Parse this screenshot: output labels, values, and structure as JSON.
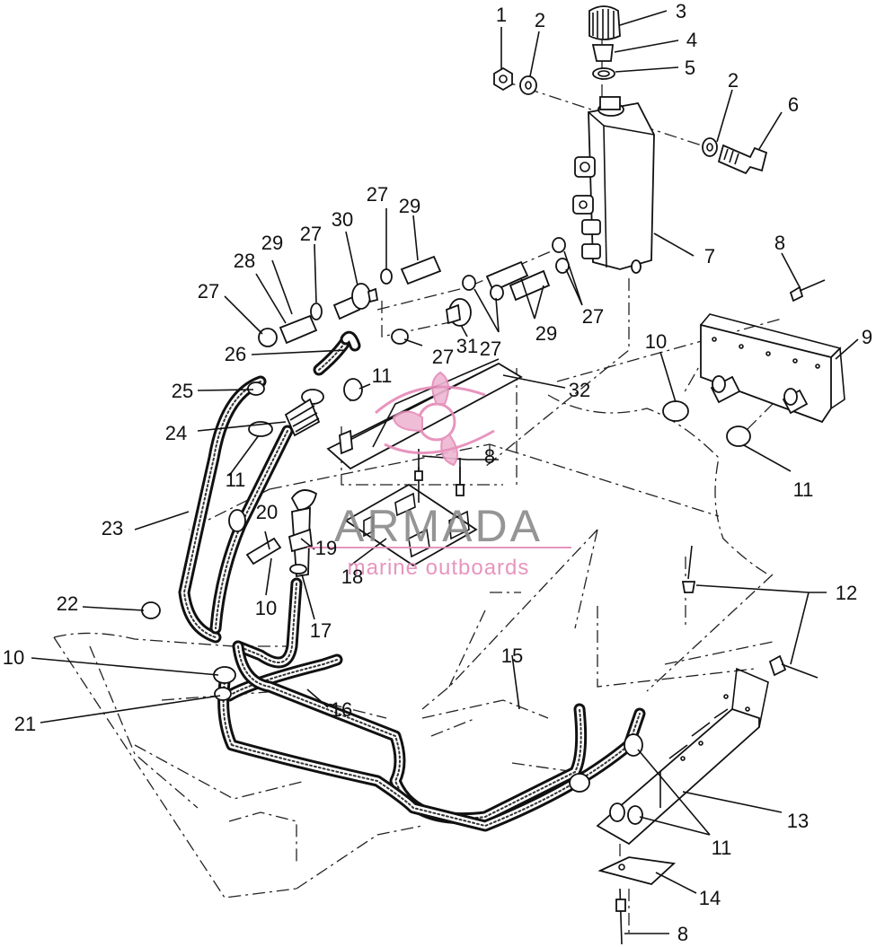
{
  "watermark": {
    "brand": "ARMADA",
    "tagline": "marine outboards",
    "brand_color": "#e58ab8"
  },
  "callouts": [
    {
      "id": "c1",
      "label": "1"
    },
    {
      "id": "c2a",
      "label": "2"
    },
    {
      "id": "c3",
      "label": "3"
    },
    {
      "id": "c4",
      "label": "4"
    },
    {
      "id": "c5",
      "label": "5"
    },
    {
      "id": "c2b",
      "label": "2"
    },
    {
      "id": "c6",
      "label": "6"
    },
    {
      "id": "c7",
      "label": "7"
    },
    {
      "id": "c8a",
      "label": "8"
    },
    {
      "id": "c9",
      "label": "9"
    },
    {
      "id": "c10a",
      "label": "10"
    },
    {
      "id": "c11a",
      "label": "11"
    },
    {
      "id": "c27a",
      "label": "27"
    },
    {
      "id": "c29a",
      "label": "29"
    },
    {
      "id": "c27b",
      "label": "27"
    },
    {
      "id": "c30",
      "label": "30"
    },
    {
      "id": "c29b",
      "label": "29"
    },
    {
      "id": "c28",
      "label": "28"
    },
    {
      "id": "c27c",
      "label": "27"
    },
    {
      "id": "c27d",
      "label": "27"
    },
    {
      "id": "c29c",
      "label": "29"
    },
    {
      "id": "c27e",
      "label": "27"
    },
    {
      "id": "c31",
      "label": "31"
    },
    {
      "id": "c27f",
      "label": "27"
    },
    {
      "id": "c26",
      "label": "26"
    },
    {
      "id": "c11b",
      "label": "11"
    },
    {
      "id": "c32",
      "label": "32"
    },
    {
      "id": "c25",
      "label": "25"
    },
    {
      "id": "c24",
      "label": "24"
    },
    {
      "id": "c11c",
      "label": "11"
    },
    {
      "id": "c8b",
      "label": "8"
    },
    {
      "id": "c23",
      "label": "23"
    },
    {
      "id": "c20",
      "label": "20"
    },
    {
      "id": "c19",
      "label": "19"
    },
    {
      "id": "c18",
      "label": "18"
    },
    {
      "id": "c22",
      "label": "22"
    },
    {
      "id": "c10b",
      "label": "10"
    },
    {
      "id": "c17",
      "label": "17"
    },
    {
      "id": "c12",
      "label": "12"
    },
    {
      "id": "c10c",
      "label": "10"
    },
    {
      "id": "c15",
      "label": "15"
    },
    {
      "id": "c21",
      "label": "21"
    },
    {
      "id": "c16",
      "label": "16"
    },
    {
      "id": "c13",
      "label": "13"
    },
    {
      "id": "c11d",
      "label": "11"
    },
    {
      "id": "c14",
      "label": "14"
    },
    {
      "id": "c8c",
      "label": "8"
    }
  ]
}
